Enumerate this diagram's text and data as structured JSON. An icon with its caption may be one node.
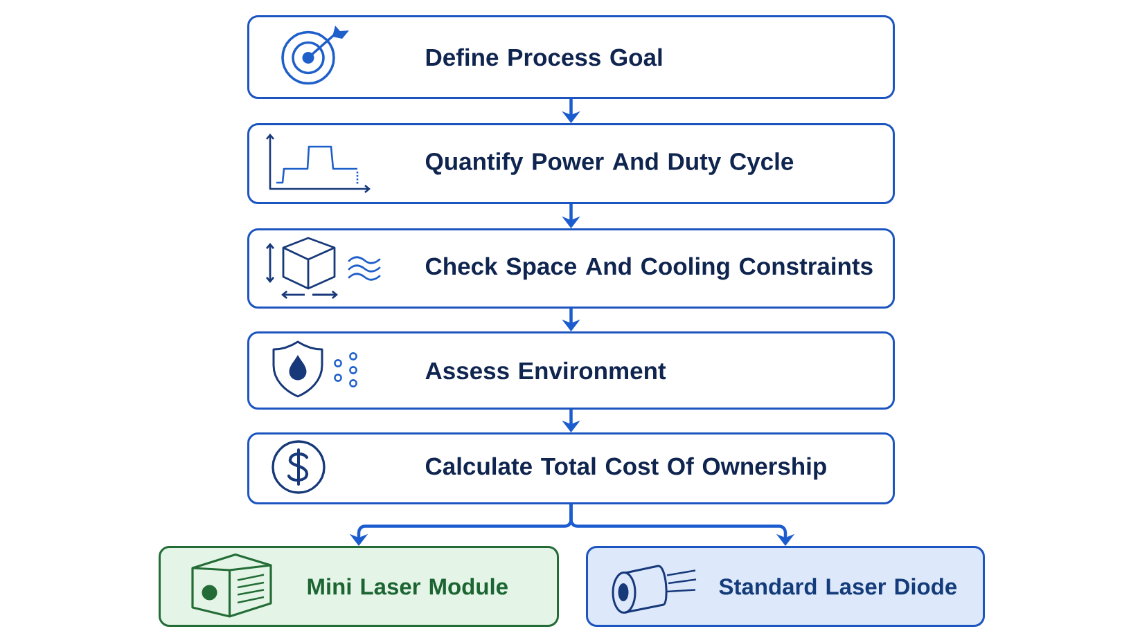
{
  "diagram": {
    "nodes": [
      {
        "text": [
          "Define Process Goal"
        ]
      },
      {
        "text": [
          "Quantify Power And Duty Cycle"
        ]
      },
      {
        "text": [
          "Check Space And Cooling Constraints"
        ]
      },
      {
        "text": [
          "Assess Environment"
        ]
      },
      {
        "text": [
          "Calculate Total Cost Of Ownership"
        ]
      },
      {
        "text": [
          "Mini Laser Module"
        ]
      },
      {
        "text": [
          "Standard Laser Diode"
        ]
      }
    ],
    "edges": [
      {
        "from": 0,
        "to": 1,
        "arrow": "to"
      },
      {
        "from": 1,
        "to": 2,
        "arrow": "to"
      },
      {
        "from": 2,
        "to": 3,
        "arrow": "to"
      },
      {
        "from": 3,
        "to": 4,
        "arrow": "to"
      },
      {
        "from": 4,
        "to": 5,
        "arrow": "to"
      },
      {
        "from": 4,
        "to": 6,
        "arrow": "to"
      }
    ]
  }
}
